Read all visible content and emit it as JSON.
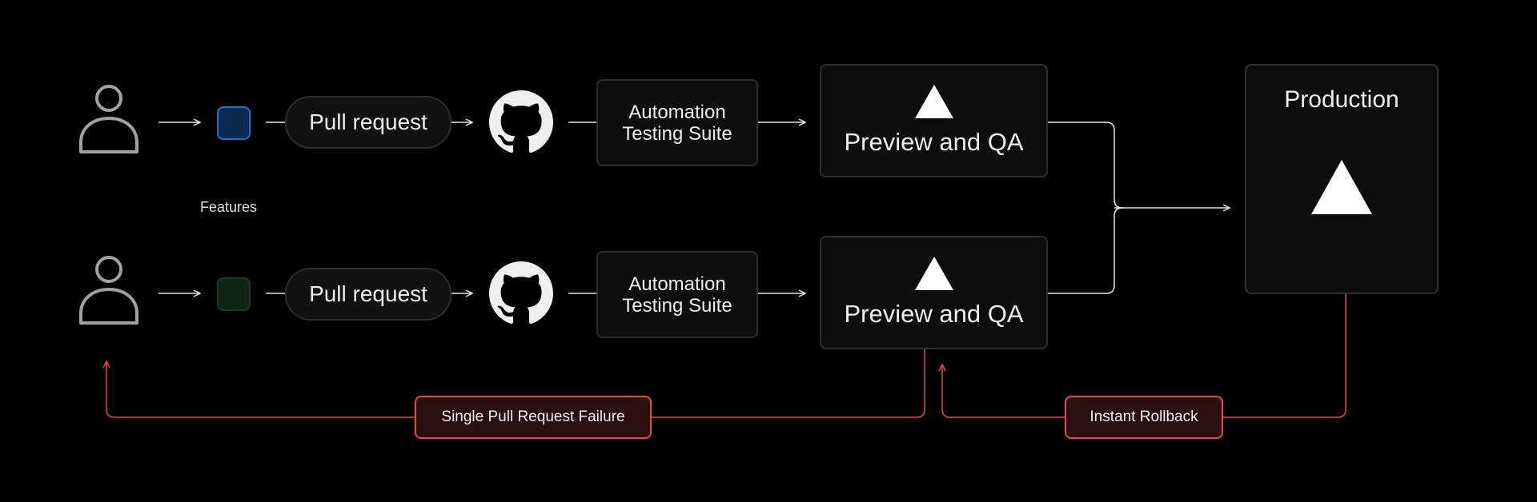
{
  "colors": {
    "background": "#000000",
    "node_fill": "#0d0d0d",
    "node_border": "#2e2e2e",
    "connector": "#e6e6e6",
    "failure_line": "#e5484d",
    "feature_blue": "#1e6fd9",
    "feature_green": "#223826"
  },
  "features_label": "Features",
  "rows": [
    {
      "user_icon": "user-icon",
      "feature_color": "blue",
      "pull_request": "Pull request",
      "repo_icon": "github-icon",
      "testing_suite": {
        "line1": "Automation",
        "line2": "Testing Suite"
      },
      "preview": {
        "icon": "triangle-icon",
        "label": "Preview and QA"
      }
    },
    {
      "user_icon": "user-icon",
      "feature_color": "green",
      "pull_request": "Pull request",
      "repo_icon": "github-icon",
      "testing_suite": {
        "line1": "Automation",
        "line2": "Testing Suite"
      },
      "preview": {
        "icon": "triangle-icon",
        "label": "Preview and QA"
      }
    }
  ],
  "production": {
    "label": "Production",
    "icon": "triangle-icon"
  },
  "failures": {
    "single_pr": "Single Pull Request Failure",
    "rollback": "Instant Rollback"
  }
}
